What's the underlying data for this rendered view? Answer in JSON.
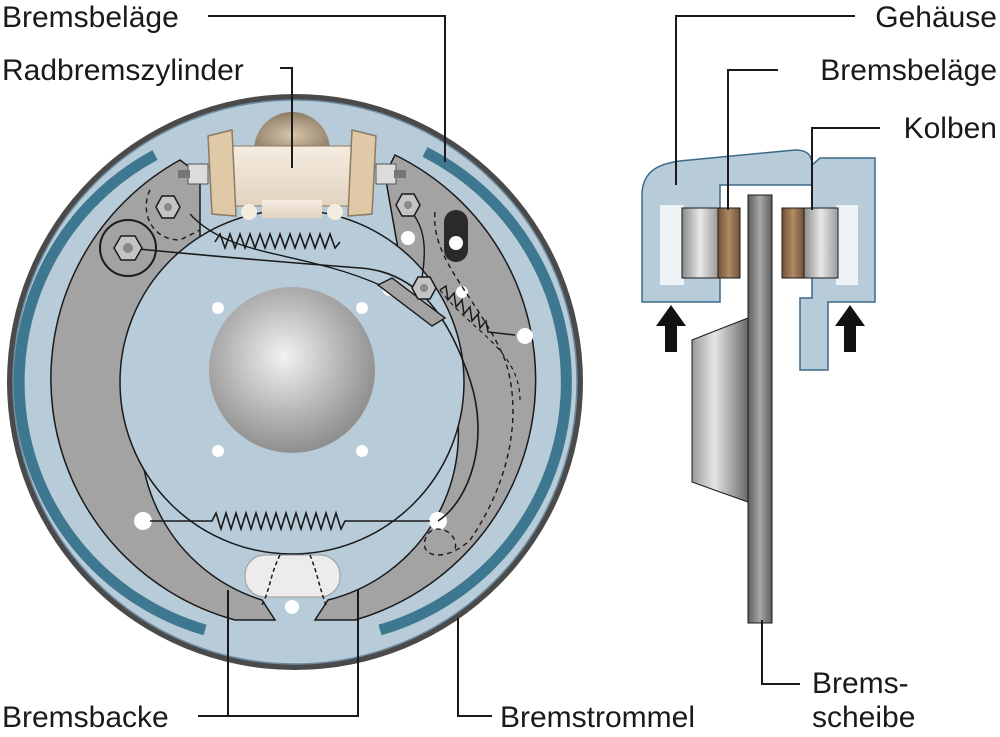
{
  "drum_brake": {
    "labels": {
      "brake_linings": "Bremsbeläge",
      "wheel_cylinder": "Radbremszylinder",
      "brake_shoe": "Bremsbacke",
      "brake_drum": "Bremstrommel"
    }
  },
  "disc_brake": {
    "labels": {
      "housing": "Gehäuse",
      "brake_linings": "Bremsbeläge",
      "piston": "Kolben",
      "disc_line1": "Brems-",
      "disc_line2": "scheibe"
    }
  },
  "colors": {
    "backing_plate": "#b8cbd9",
    "drum_rim": "#4a4a4a",
    "lining": "#3e7790",
    "shoe": "#a3a3a3",
    "outline": "#1a1a1a",
    "caliper": "#b8cbd9",
    "pad": "#8a6a4a",
    "disc": "#7d7d7d"
  }
}
